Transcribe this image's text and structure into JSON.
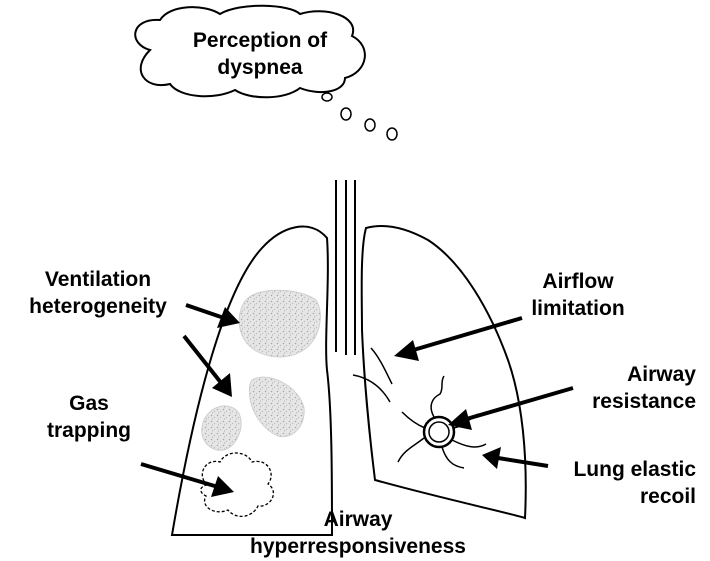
{
  "thought": {
    "line1": "Perception of",
    "line2": "dyspnea"
  },
  "labels": {
    "ventilation": {
      "line1": "Ventilation",
      "line2": "heterogeneity"
    },
    "gas": {
      "line1": "Gas",
      "line2": "trapping"
    },
    "airflow": {
      "line1": "Airflow",
      "line2": "limitation"
    },
    "resistance": {
      "line1": "Airway",
      "line2": "resistance"
    },
    "elastic": {
      "line1": "Lung elastic",
      "line2": "recoil"
    },
    "hyper": {
      "line1": "Airway",
      "line2": "hyperresponsiveness"
    }
  },
  "colors": {
    "stroke": "#000000",
    "patch_fill": "#dcdcdc",
    "background": "#ffffff"
  }
}
